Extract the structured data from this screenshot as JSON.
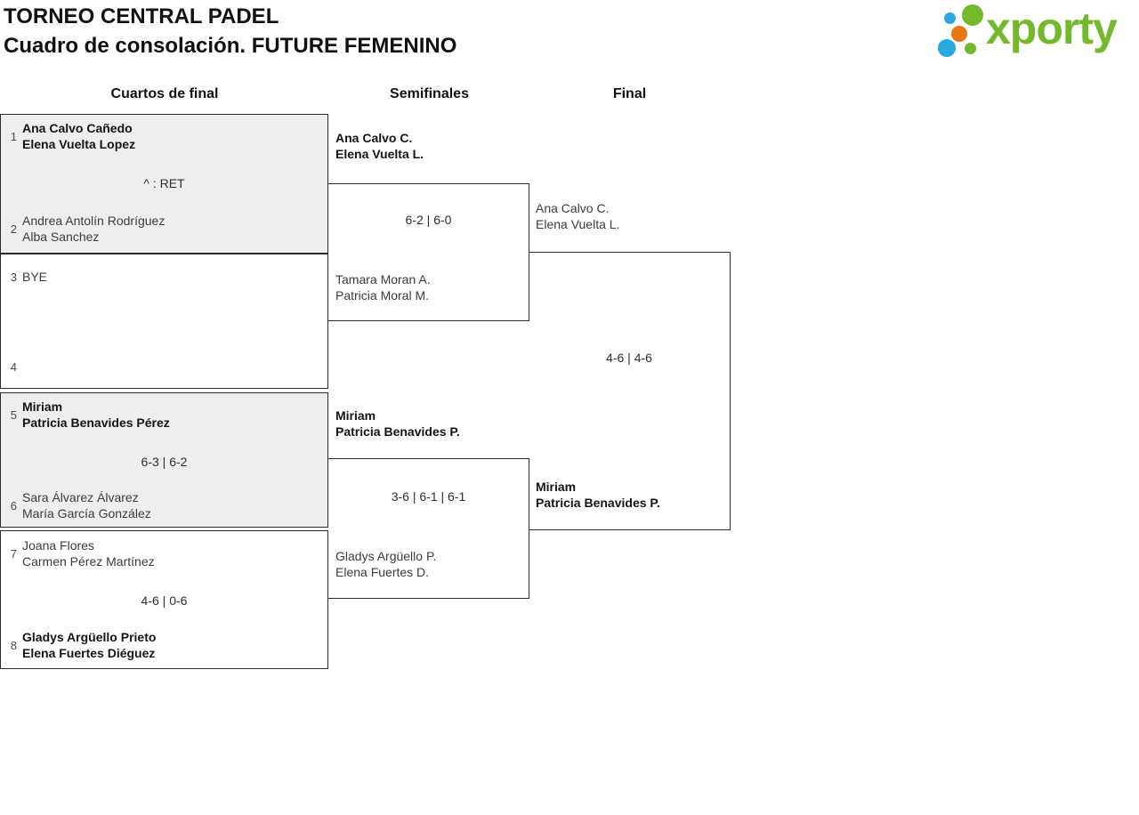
{
  "header": {
    "title_line1": "TORNEO CENTRAL PADEL",
    "title_line2": "Cuadro de consolación. FUTURE FEMENINO",
    "logo_text": "xporty"
  },
  "colors": {
    "logo_green": "#74b92b",
    "logo_blue": "#29a8e0",
    "logo_orange": "#e87711",
    "box_shaded": "#eeeeee",
    "border": "#2b2b2b"
  },
  "rounds": [
    {
      "label": "Cuartos de final"
    },
    {
      "label": "Semifinales"
    },
    {
      "label": "Final"
    }
  ],
  "quarterfinals": [
    {
      "seed_top": "1",
      "team_top": [
        "Ana Calvo Cañedo",
        "Elena Vuelta Lopez"
      ],
      "top_winner": true,
      "score": "^ : RET",
      "seed_bottom": "2",
      "team_bottom": [
        "Andrea Antolín Rodríguez",
        "Alba Sanchez"
      ],
      "bottom_winner": false,
      "shaded": true
    },
    {
      "seed_top": "3",
      "team_top": [
        "BYE"
      ],
      "top_winner": false,
      "score": "",
      "seed_bottom": "4",
      "team_bottom": [],
      "bottom_winner": false,
      "shaded": false
    },
    {
      "seed_top": "5",
      "team_top": [
        "Miriam",
        "Patricia Benavides Pérez"
      ],
      "top_winner": true,
      "score": "6-3 | 6-2",
      "seed_bottom": "6",
      "team_bottom": [
        "Sara Álvarez Álvarez",
        "María García González"
      ],
      "bottom_winner": false,
      "shaded": true
    },
    {
      "seed_top": "7",
      "team_top": [
        "Joana Flores",
        "Carmen Pérez Martínez"
      ],
      "top_winner": false,
      "score": "4-6 | 0-6",
      "seed_bottom": "8",
      "team_bottom": [
        "Gladys Argüello Prieto",
        "Elena Fuertes Diéguez"
      ],
      "bottom_winner": true,
      "shaded": false
    }
  ],
  "semifinals": [
    {
      "team_top": [
        "Ana Calvo C.",
        "Elena Vuelta L."
      ],
      "top_winner": true,
      "score": "6-2 | 6-0",
      "team_bottom": [
        "Tamara Moran A.",
        "Patricia Moral M."
      ],
      "bottom_winner": false
    },
    {
      "team_top": [
        "Miriam",
        "Patricia Benavides P."
      ],
      "top_winner": true,
      "score": "3-6 | 6-1 | 6-1",
      "team_bottom": [
        "Gladys Argüello P.",
        "Elena Fuertes D."
      ],
      "bottom_winner": false
    }
  ],
  "final": {
    "team_top": [
      "Ana Calvo C.",
      "Elena Vuelta L."
    ],
    "top_winner": false,
    "score": "4-6 | 4-6",
    "team_bottom": [
      "Miriam",
      "Patricia Benavides P."
    ],
    "bottom_winner": true
  }
}
